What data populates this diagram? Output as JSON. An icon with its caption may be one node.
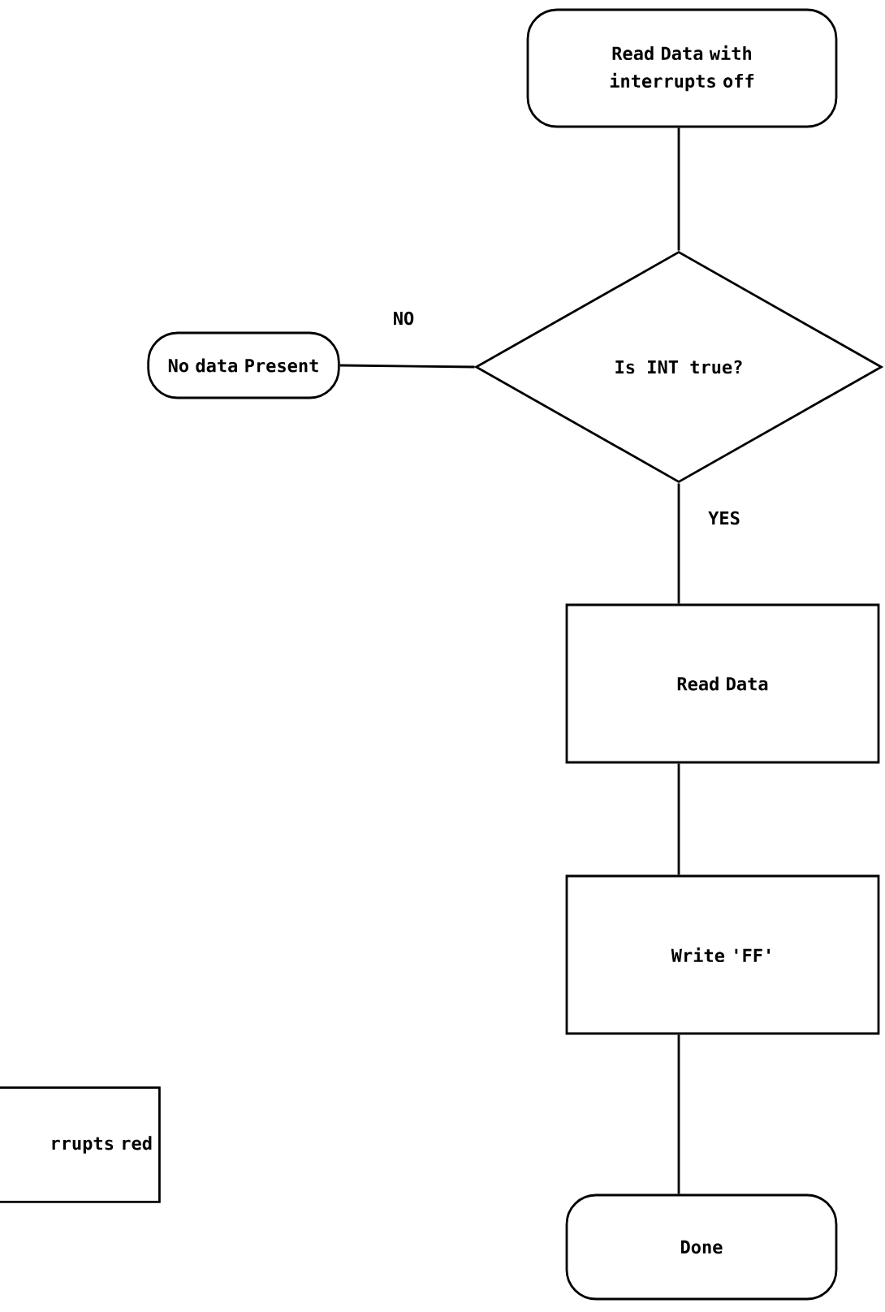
{
  "diagram": {
    "nodes": [
      {
        "text": [
          "Read Data with interrupts off"
        ]
      },
      {
        "text": [
          "Is INT true?"
        ]
      },
      {
        "text": [
          "No data Present"
        ]
      },
      {
        "text": [
          "Read Data"
        ]
      },
      {
        "text": [
          "Write 'FF'"
        ]
      },
      {
        "text": [
          "Done"
        ]
      },
      {
        "text": [
          "rrupts red"
        ]
      }
    ],
    "edges": [
      {
        "from": 0,
        "to": 1,
        "arrow": "none"
      },
      {
        "from": 1,
        "to": 2,
        "arrow": "none",
        "label": "NO"
      },
      {
        "from": 1,
        "to": 3,
        "arrow": "none",
        "label": "YES"
      },
      {
        "from": 3,
        "to": 4,
        "arrow": "none"
      },
      {
        "from": 4,
        "to": 5,
        "arrow": "none"
      }
    ]
  }
}
